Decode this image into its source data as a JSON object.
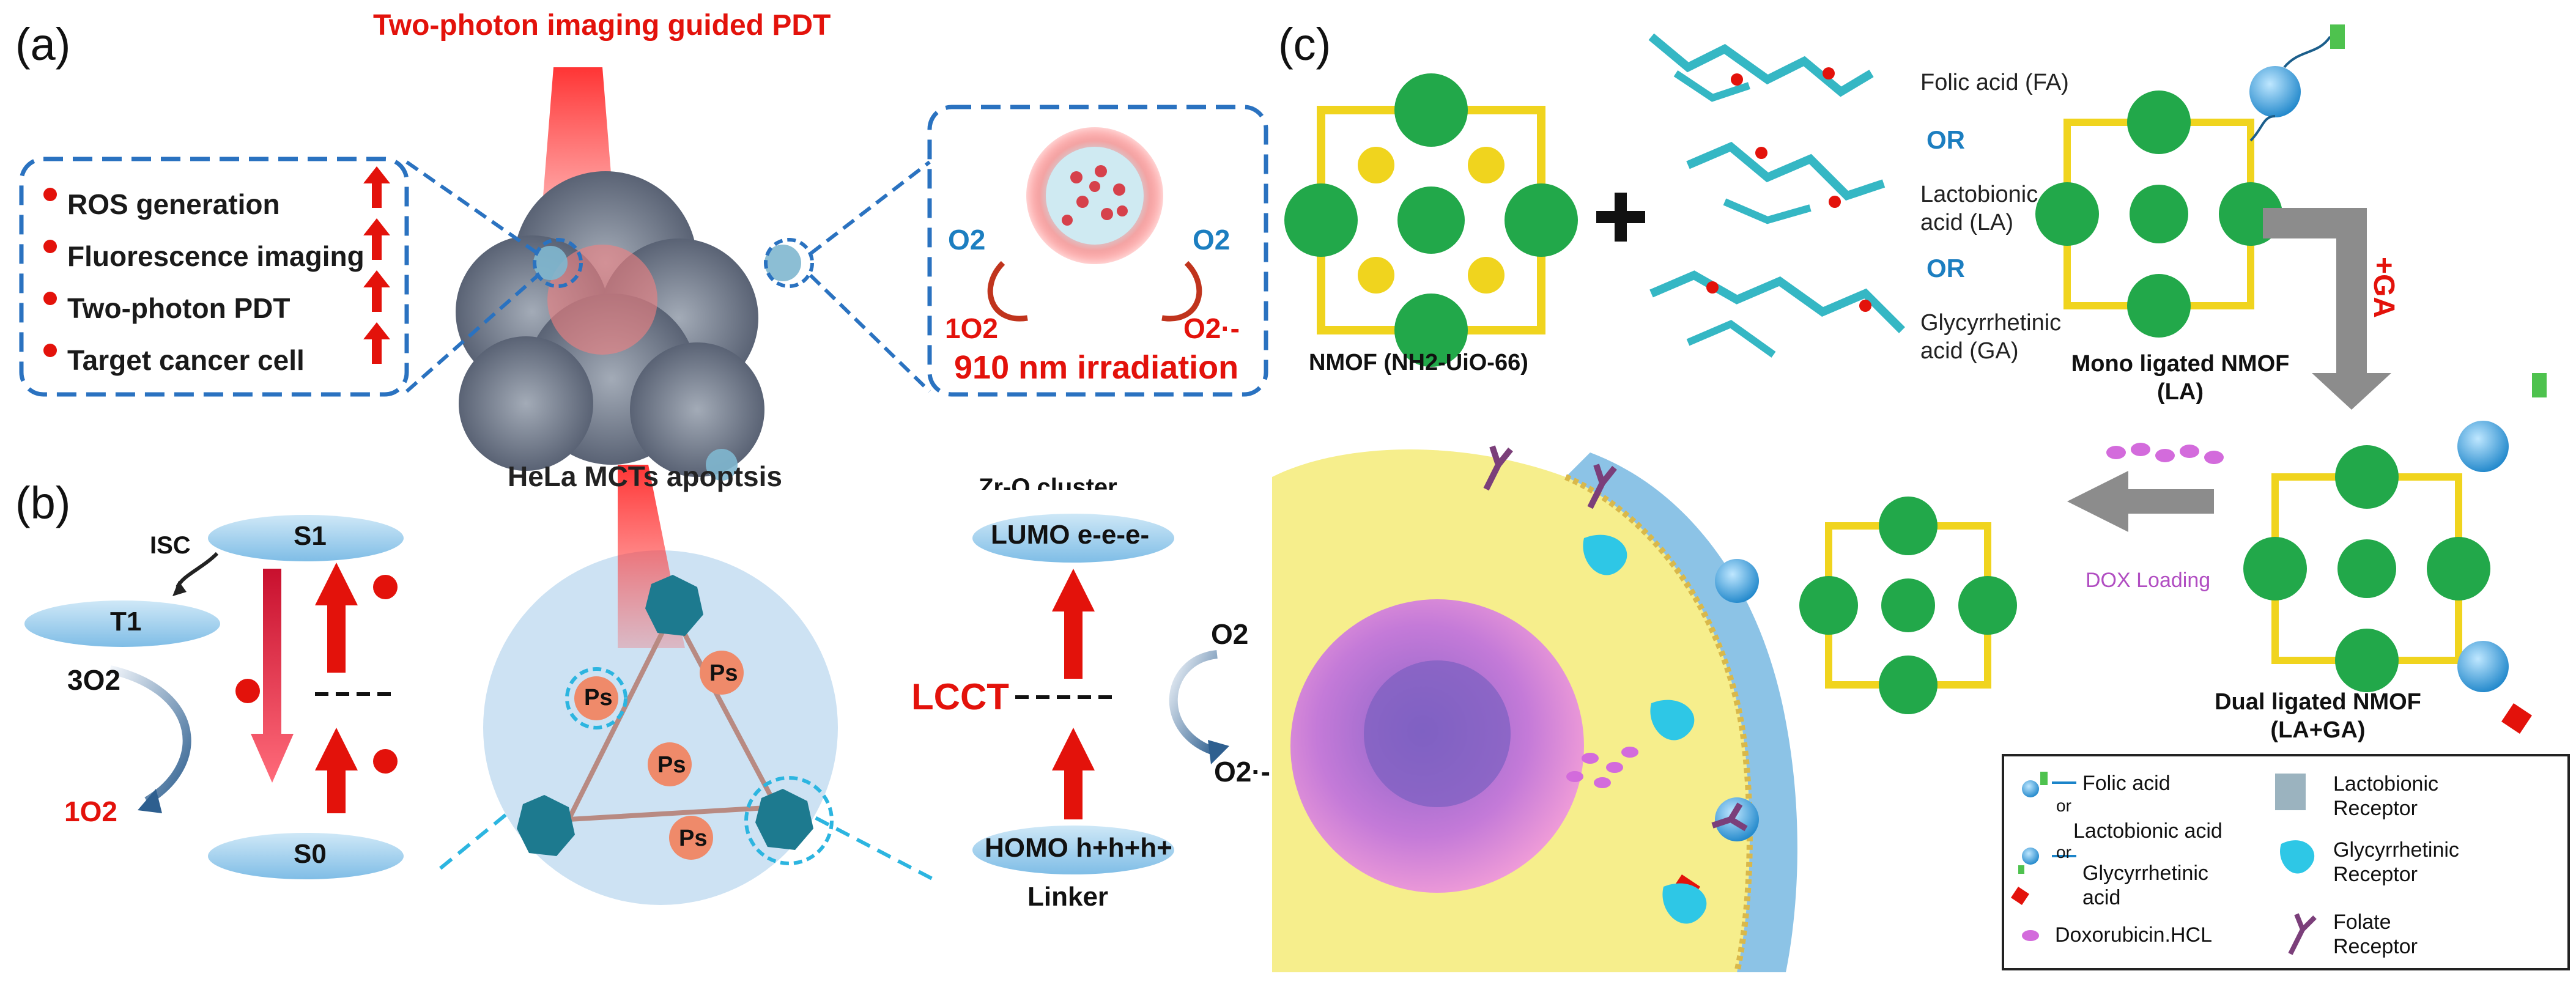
{
  "panel_a": {
    "label": "(a)",
    "title": "Two-photon imaging guided PDT",
    "benefits": [
      "ROS generation",
      "Fluorescence imaging",
      "Two-photon PDT",
      "Target cancer cell"
    ],
    "caption": "HeLa MCTs apoptsis",
    "o2_left": "O2",
    "o2_right": "O2",
    "singlet_product": "1O2",
    "superoxide_product": "O2·-",
    "irradiation": "910 nm irradiation"
  },
  "panel_b": {
    "label": "(b)",
    "isc": "ISC",
    "s1": "S1",
    "t1": "T1",
    "s0": "S0",
    "triplet_o2": "3O2",
    "singlet_o2": "1O2",
    "ps_label": "Ps",
    "cluster_label": "Zr-O cluster",
    "lumo": "LUMO e-e-e-",
    "homo": "HOMO h+h+h+",
    "linker": "Linker",
    "lcct": "LCCT",
    "o2": "O2",
    "superoxide": "O2·-"
  },
  "panel_c": {
    "label": "(c)",
    "nmof": "NMOF (NH2-UiO-66)",
    "plus": "+",
    "folic": "Folic acid (FA)",
    "or1": "OR",
    "lactobionic": "Lactobionic acid (LA)",
    "or2": "OR",
    "glycyrrhetinic": "Glycyrrhetinic acid (GA)",
    "mono": "Mono ligated NMOF (LA)",
    "plus_ga": "+GA",
    "dox_loading": "DOX Loading",
    "dual": "Dual ligated NMOF (LA+GA)",
    "legend": {
      "folic_acid": "Folic acid",
      "or_a": "or",
      "lactobionic_acid": "Lactobionic acid",
      "or_b": "or",
      "glycyrrhetinic_acid": "Glycyrrhetinic acid",
      "doxorubicin": "Doxorubicin.HCL",
      "lactobionic_receptor": "Lactobionic Receptor",
      "glycyrrhetinic_receptor": "Glycyrrhetinic Receptor",
      "folate_receptor": "Folate Receptor"
    }
  },
  "colors": {
    "red": "#e3120b",
    "blue_dash": "#2a72c0",
    "mof_green": "#22a84a",
    "mof_yellow": "#f0d41e",
    "cell_yellow": "#f6ee8c",
    "membrane_blue": "#8cc3e6",
    "dox_purple": "#d36bdc",
    "orbital_blue": "#9fd0ef"
  }
}
